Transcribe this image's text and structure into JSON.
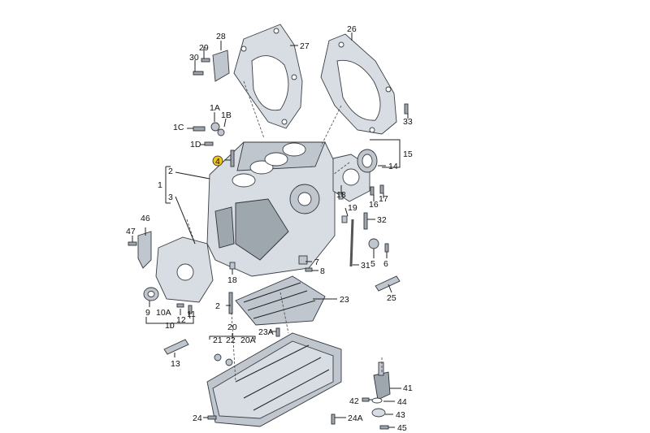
{
  "labels": {
    "l1": "1",
    "l1A": "1A",
    "l1B": "1B",
    "l1C": "1C",
    "l1D": "1D",
    "l2a": "2",
    "l2b": "2",
    "l3": "3",
    "l4": "4",
    "l5": "5",
    "l6": "6",
    "l7": "7",
    "l8": "8",
    "l9": "9",
    "l10": "10",
    "l10A": "10A",
    "l11": "11",
    "l12": "12",
    "l13": "13",
    "l14": "14",
    "l15": "15",
    "l16": "16",
    "l17": "17",
    "l18a": "18",
    "l18b": "18",
    "l19": "19",
    "l20": "20",
    "l20A": "20A",
    "l21": "21",
    "l22": "22",
    "l23": "23",
    "l23A": "23A",
    "l24": "24",
    "l24A": "24A",
    "l25": "25",
    "l26": "26",
    "l27": "27",
    "l28": "28",
    "l29": "29",
    "l30": "30",
    "l31": "31",
    "l32": "32",
    "l33": "33",
    "l41": "41",
    "l42": "42",
    "l43": "43",
    "l44": "44",
    "l45": "45",
    "l46": "46",
    "l47": "47"
  },
  "highlight_color": "#f2c318"
}
